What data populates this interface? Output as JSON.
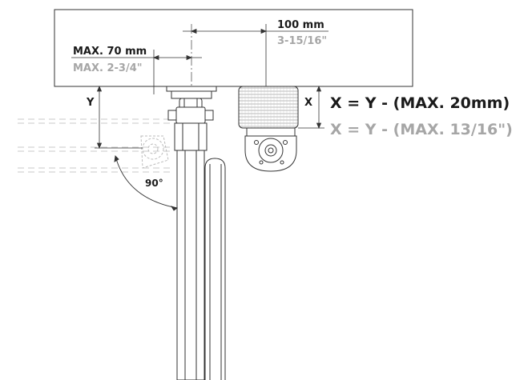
{
  "labels": {
    "dim_100": "100 mm",
    "dim_100_inch": "3-15/16\"",
    "max_70": "MAX. 70 mm",
    "max_70_inch": "MAX. 2-3/4\"",
    "y": "Y",
    "x": "X",
    "angle": "90°",
    "formula_mm": "X = Y - (MAX. 20mm)",
    "formula_inch": "X = Y - (MAX. 13/16\")"
  },
  "colors": {
    "ink": "#1a1a1a",
    "grey_text": "#a6a6a6",
    "line": "#333333",
    "light_line": "#c8c8c8"
  }
}
